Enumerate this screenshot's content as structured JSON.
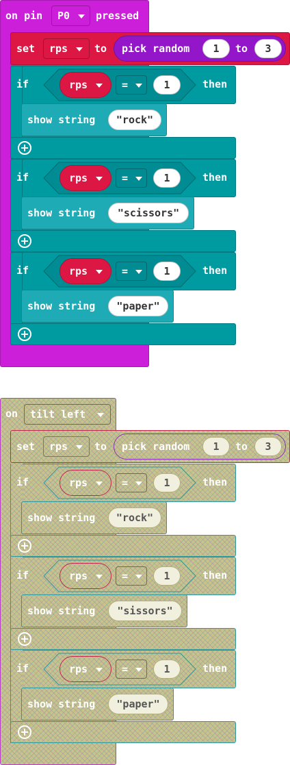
{
  "group1": {
    "event": {
      "prefix": "on pin",
      "pin": "P0",
      "suffix": "pressed"
    },
    "set_block": {
      "set": "set",
      "var": "rps",
      "to": "to",
      "pick": "pick random",
      "from": "1",
      "to_word": "to",
      "max": "3"
    },
    "ifs": [
      {
        "if": "if",
        "var": "rps",
        "op": "=",
        "value": "1",
        "then": "then",
        "show": "show string",
        "text": "\"rock\""
      },
      {
        "if": "if",
        "var": "rps",
        "op": "=",
        "value": "1",
        "then": "then",
        "show": "show string",
        "text": "\"scissors\""
      },
      {
        "if": "if",
        "var": "rps",
        "op": "=",
        "value": "1",
        "then": "then",
        "show": "show string",
        "text": "\"paper\""
      }
    ]
  },
  "group2": {
    "event": {
      "prefix": "on",
      "gesture": "tilt left"
    },
    "set_block": {
      "set": "set",
      "var": "rps",
      "to": "to",
      "pick": "pick random",
      "from": "1",
      "to_word": "to",
      "max": "3"
    },
    "ifs": [
      {
        "if": "if",
        "var": "rps",
        "op": "=",
        "value": "1",
        "then": "then",
        "show": "show string",
        "text": "\"rock\""
      },
      {
        "if": "if",
        "var": "rps",
        "op": "=",
        "value": "1",
        "then": "then",
        "show": "show string",
        "text": "\"sissors\""
      },
      {
        "if": "if",
        "var": "rps",
        "op": "=",
        "value": "1",
        "then": "then",
        "show": "show string",
        "text": "\"paper\""
      }
    ]
  },
  "colors": {
    "event": "#cc1fd9",
    "variables": "#dc1743",
    "math": "#9317c9",
    "logic": "#009aa1",
    "basic": "#1fabb5",
    "disabled": "#c7c38a"
  },
  "icons": [
    "dropdown-caret-icon",
    "add-plus-icon"
  ]
}
